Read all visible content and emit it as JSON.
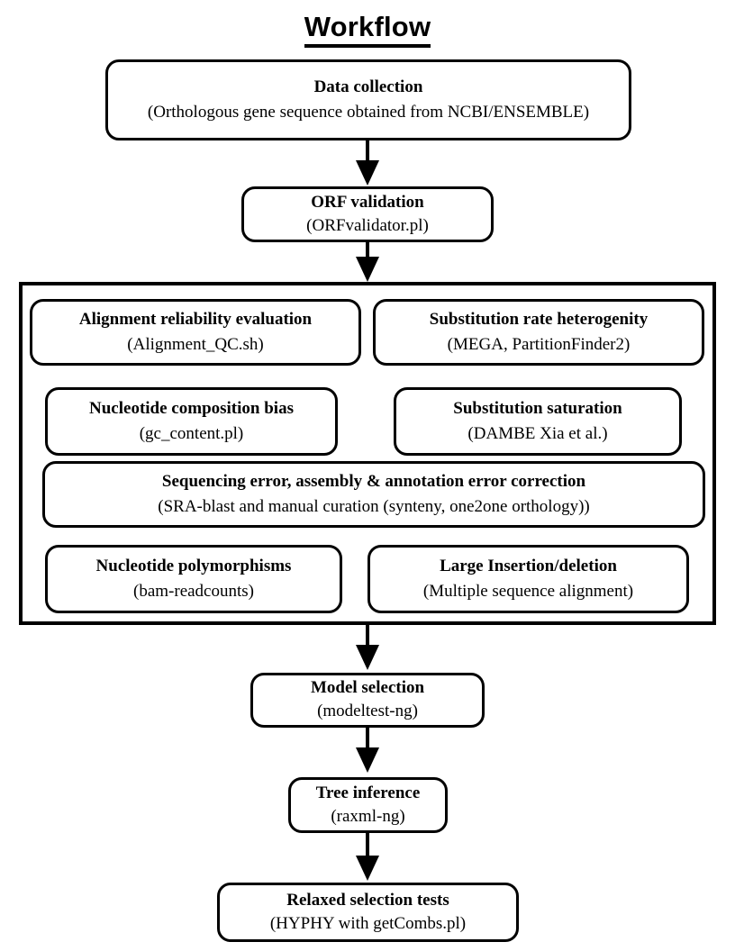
{
  "page": {
    "title": "Workflow"
  },
  "nodes": [
    {
      "id": "data-collection",
      "title": "Data collection",
      "subtitle": "(Orthologous gene sequence obtained from NCBI/ENSEMBLE)"
    },
    {
      "id": "orf-validation",
      "title": "ORF validation",
      "subtitle": "(ORFvalidator.pl)"
    },
    {
      "id": "alignment-reliability-evaluation",
      "title": "Alignment reliability evaluation",
      "subtitle": "(Alignment_QC.sh)"
    },
    {
      "id": "substitution-rate-heterogenity",
      "title": "Substitution rate heterogenity",
      "subtitle": "(MEGA, PartitionFinder2)"
    },
    {
      "id": "nucleotide-composition-bias",
      "title": "Nucleotide composition bias",
      "subtitle": "(gc_content.pl)"
    },
    {
      "id": "substitution-saturation",
      "title": "Substitution saturation",
      "subtitle": "(DAMBE Xia et al.)"
    },
    {
      "id": "sequencing-assembly-annotation-error-correction",
      "title": "Sequencing error, assembly & annotation error correction",
      "subtitle": "(SRA-blast and manual curation (synteny, one2one orthology))"
    },
    {
      "id": "nucleotide-polymorphisms",
      "title": "Nucleotide polymorphisms",
      "subtitle": "(bam-readcounts)"
    },
    {
      "id": "large-insertion-deletion",
      "title": "Large Insertion/deletion",
      "subtitle": "(Multiple sequence alignment)"
    },
    {
      "id": "model-selection",
      "title": "Model selection",
      "subtitle": "(modeltest-ng)"
    },
    {
      "id": "tree-inference",
      "title": "Tree inference",
      "subtitle": "(raxml-ng)"
    },
    {
      "id": "relaxed-selection-tests",
      "title": "Relaxed selection tests",
      "subtitle": "(HYPHY with getCombs.pl)"
    }
  ],
  "colors": {
    "stroke": "#000000",
    "background": "#ffffff",
    "text": "#000000"
  }
}
